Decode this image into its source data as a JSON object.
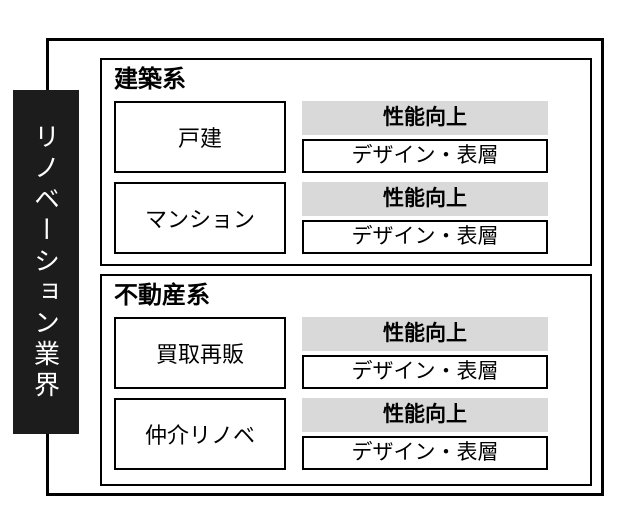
{
  "sidebar_label": "リノベーション業界",
  "sections": [
    {
      "title": "建築系",
      "rows": [
        {
          "category": "戸建",
          "top": "性能向上",
          "bottom": "デザイン・表層"
        },
        {
          "category": "マンション",
          "top": "性能向上",
          "bottom": "デザイン・表層"
        }
      ]
    },
    {
      "title": "不動産系",
      "rows": [
        {
          "category": "買取再販",
          "top": "性能向上",
          "bottom": "デザイン・表層"
        },
        {
          "category": "仲介リノベ",
          "top": "性能向上",
          "bottom": "デザイン・表層"
        }
      ]
    }
  ],
  "colors": {
    "highlight_bg": "#d9d9d9",
    "sidebar_bg": "#1c1c1c",
    "sidebar_text": "#ffffff",
    "border": "#000000",
    "background": "#ffffff"
  }
}
